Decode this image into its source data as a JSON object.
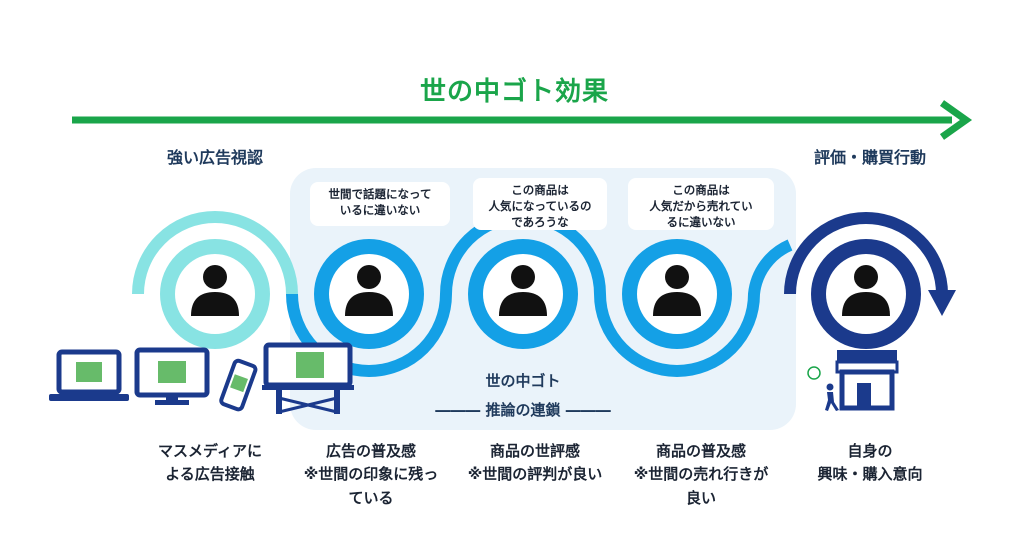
{
  "title": "世の中ゴト効果",
  "left_label": "強い広告視認",
  "right_label": "評価・購買行動",
  "bubbles": [
    "世間で話題になって\nいるに違いない",
    "この商品は\n人気になっているの\nであろうな",
    "この商品は\n人気だから売れてい\nるに違いない"
  ],
  "center_label": "世の中ゴト\n――― 推論の連鎖 ―――",
  "steps": [
    "マスメディアに\nよる広告接触",
    "広告の普及感\n※世間の印象に残っ\nている",
    "商品の世評感\n※世間の評判が良い",
    "商品の普及感\n※世間の売れ行きが\n良い",
    "自身の\n興味・購入意向"
  ],
  "colors": {
    "green": "#1aa54a",
    "teal": "#88e3e3",
    "blue": "#14a0e6",
    "navy": "#1b3a8c",
    "panel": "#eaf3fa"
  }
}
